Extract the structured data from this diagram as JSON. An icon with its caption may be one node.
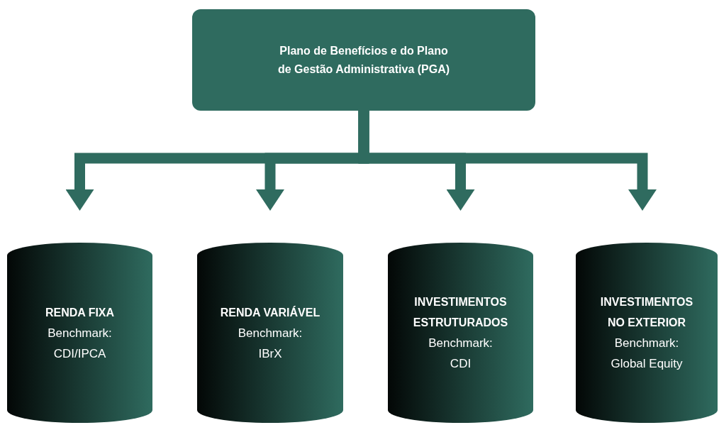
{
  "diagram": {
    "nodes": [
      {
        "text": [
          "Plano de Benefícios e do Plano de Gestão Administrativa (PGA)"
        ]
      },
      {
        "text": [
          "RENDA FIXA",
          "Benchmark:",
          "CDI/IPCA"
        ]
      },
      {
        "text": [
          "RENDA VARIÁVEL",
          "Benchmark:",
          "IBrX"
        ]
      },
      {
        "text": [
          "INVESTIMENTOS ESTRUTURADOS",
          "Benchmark:",
          "CDI"
        ]
      },
      {
        "text": [
          "INVESTIMENTOS NO EXTERIOR",
          "Benchmark:",
          "Global Equity"
        ]
      }
    ],
    "edges": [
      {
        "from": 0,
        "to": 1,
        "arrow": "to"
      },
      {
        "from": 0,
        "to": 2,
        "arrow": "to"
      },
      {
        "from": 0,
        "to": 3,
        "arrow": "to"
      },
      {
        "from": 0,
        "to": 4,
        "arrow": "to"
      }
    ]
  }
}
